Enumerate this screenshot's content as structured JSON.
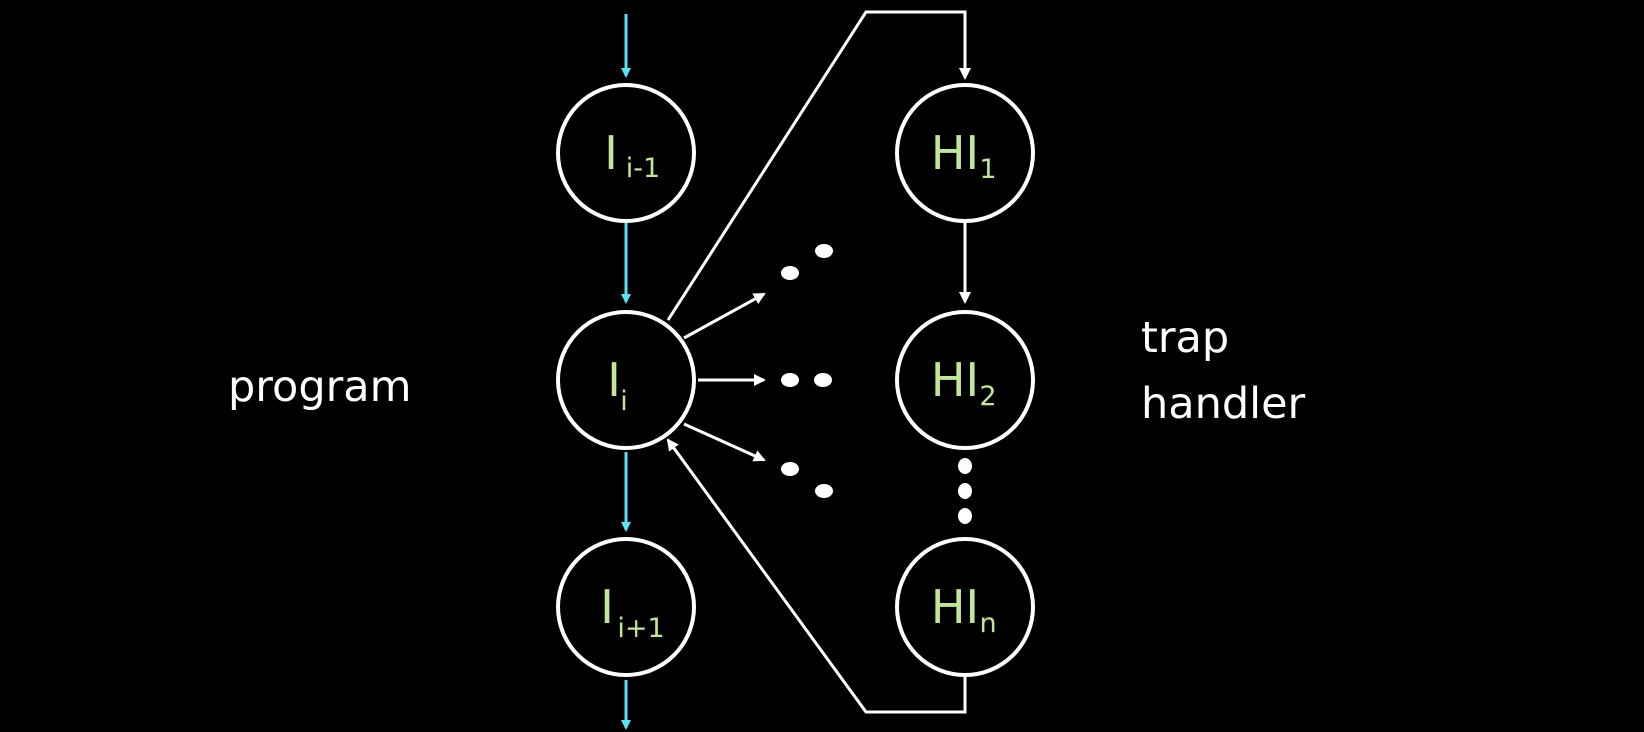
{
  "colors": {
    "background": "#000000",
    "node_stroke": "#ffffff",
    "node_text": "#c3e59a",
    "label_text": "#ffffff",
    "program_flow": "#5ee1f0",
    "trap_flow": "#ffffff"
  },
  "labels": {
    "program": "program",
    "trap_line1": "trap",
    "trap_line2": "handler"
  },
  "nodes": {
    "prev": {
      "base": "I",
      "sub": "i-1"
    },
    "current": {
      "base": "I",
      "sub": "i"
    },
    "next": {
      "base": "I",
      "sub": "i+1"
    },
    "h1": {
      "base": "HI",
      "sub": "1"
    },
    "h2": {
      "base": "HI",
      "sub": "2"
    },
    "hn": {
      "base": "HI",
      "sub": "n"
    }
  },
  "icons": {
    "ellipsis": "dots",
    "arrowheads": "arrow-head"
  }
}
